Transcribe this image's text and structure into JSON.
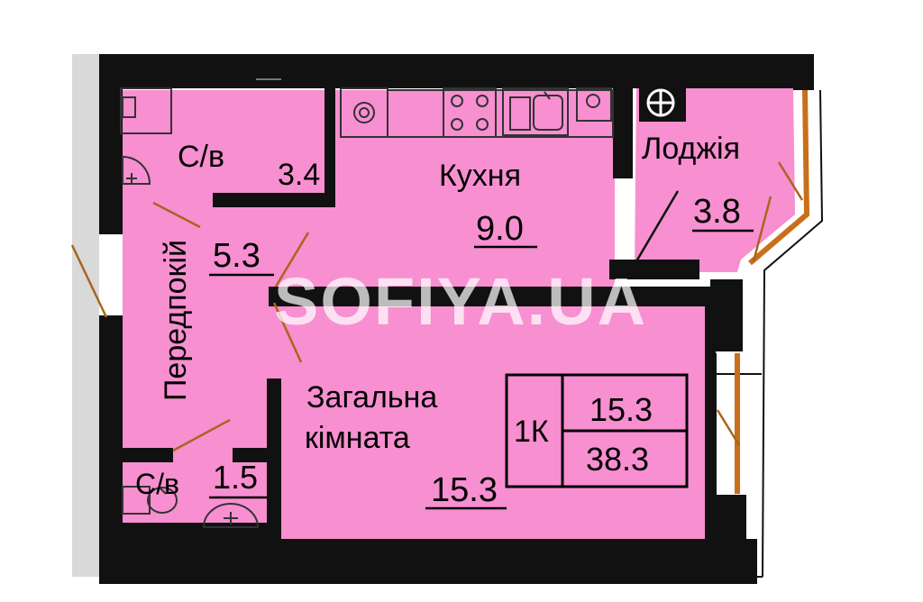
{
  "colors": {
    "room_fill": "#f78fd0",
    "wall": "#111111",
    "balcony": "#c96f1a",
    "door_line": "#a9651e",
    "watermark": "#ffffff"
  },
  "rooms": {
    "bathroom_top": {
      "name": "С/в",
      "area": "3.4"
    },
    "kitchen": {
      "name": "Кухня",
      "area": "9.0"
    },
    "loggia": {
      "name": "Лоджія",
      "area": "3.8"
    },
    "hallway": {
      "name": "Передпокій",
      "area": "5.3"
    },
    "living_room": {
      "name_line1": "Загальна",
      "name_line2": "кімната",
      "area": "15.3"
    },
    "bathroom_bottom": {
      "name": "С/в",
      "area": "1.5"
    }
  },
  "summary": {
    "rooms_count": "1К",
    "living_area": "15.3",
    "total_area": "38.3"
  },
  "watermark": "SOFIYA.UA",
  "icons": [
    "stove-icon",
    "cooktop-icon",
    "sink-icon",
    "washer-icon",
    "boiler-icon",
    "toilet-icon",
    "shower-tray-icon"
  ]
}
